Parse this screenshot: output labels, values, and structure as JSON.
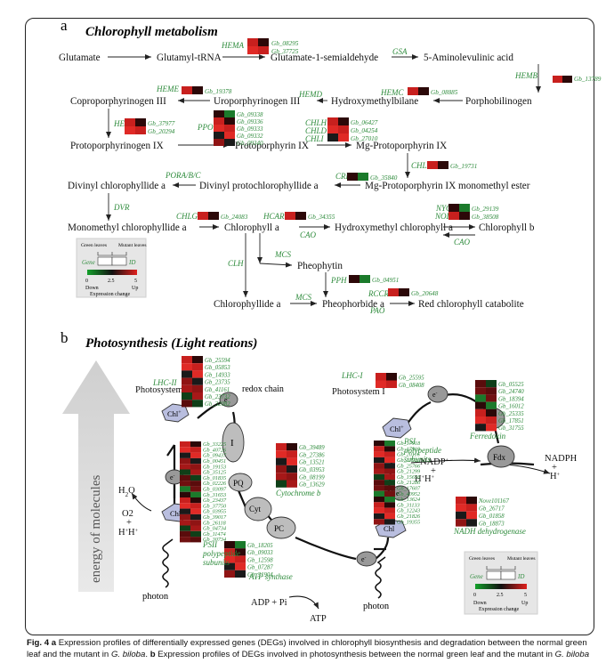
{
  "panel_a": {
    "label": "a",
    "title": "Chlorophyll metabolism",
    "compounds": {
      "glutamate": "Glutamate",
      "glutamyl_trna": "Glutamyl-tRNA",
      "gsa_compound": "Glutamate-1-semialdehyde",
      "ala": "5-Aminolevulinic acid",
      "porphobilinogen": "Porphobilinogen",
      "hmb": "Hydroxymethylbilane",
      "uro3": "Uroporphyrinogen III",
      "copro3": "Coproporphyrinogen III",
      "proto9_gen": "Protoporphyrinogen IX",
      "proto9": "Protoporphyrin IX",
      "mg_proto9": "Mg-Protoporphyrin IX",
      "mg_proto9_me": "Mg-Protoporphyrin IX monomethyl ester",
      "dv_pchlide": "Divinyl protochlorophyllide a",
      "dv_chlide": "Divinyl chlorophyllide a",
      "mv_chlide": "Monomethyl chlorophyllide a",
      "chl_a": "Chlorophyll a",
      "hm_chl_a": "Hydroxymethyl chlorophyll a",
      "chl_b": "Chlorophyll b",
      "pheophytin": "Pheophytin",
      "chlide_a": "Chlorophyllide a",
      "pheide_a": "Pheophorbide a",
      "rcc": "Red chlorophyll catabolite"
    },
    "enzymes": {
      "hema": "HEMA",
      "gsa": "GSA",
      "hemb": "HEMB",
      "hemc": "HEMC",
      "hemd": "HEMD",
      "heme": "HEME",
      "hemf": "HEMF",
      "ppo": "PPO",
      "chlh": "CHLH",
      "chld": "CHLD",
      "chli": "CHLI",
      "chlm": "CHLM",
      "crd": "CRD",
      "por": "PORA/B/C",
      "dvr": "DVR",
      "chlg": "CHLG",
      "hcar": "HCAR",
      "cao1": "CAO",
      "nyc": "NYC",
      "nol": "NOL",
      "cao2": "CAO",
      "clh": "CLH",
      "mcs1": "MCS",
      "pph": "PPH",
      "mcs2": "MCS",
      "rccr": "RCCR",
      "pao": "PAO"
    },
    "genes": {
      "hema": [
        "Gb_08295",
        "Gb_37725"
      ],
      "hemb": [
        "Gb_13789"
      ],
      "hemc": [
        "Gb_08885"
      ],
      "heme": [
        "Gb_19378"
      ],
      "hemf": [
        "Gb_37977",
        "Gb_20294"
      ],
      "ppo": [
        "Gb_09338",
        "Gb_09336",
        "Gb_09333",
        "Gb_09332",
        "Gb_09340"
      ],
      "chlh_d_i": [
        "Gb_06427",
        "Gb_04254",
        "Gb_27010"
      ],
      "chlm": [
        "Gb_19731"
      ],
      "crd": [
        "Gb_35840"
      ],
      "chlg": [
        "Gb_24083"
      ],
      "hcar": [
        "Gb_34355"
      ],
      "nyc_nol": [
        "Gb_29139",
        "Gb_38508"
      ],
      "pph": [
        "Gb_04951"
      ],
      "rccr": [
        "Gb_20648"
      ]
    },
    "legend": {
      "green_label": "Green leaves",
      "mutant_label": "Mutant leaves",
      "gene": "Gene",
      "id": "ID",
      "scale_min": "0",
      "scale_mid": "2.5",
      "scale_max": "5",
      "down": "Down",
      "up": "Up",
      "change": "Expression change"
    }
  },
  "panel_b": {
    "label": "b",
    "title_main": "Photosynthesis",
    "title_paren": "(Light reations)",
    "energy_axis": "energy of molecules",
    "labels": {
      "ps2": "Photosystem II",
      "ps1": "Photosystem I",
      "redox": "redox chain",
      "chl_plus": "Chl",
      "chl": "Chl",
      "e": "e",
      "i": "I",
      "pq": "PQ",
      "cyt": "Cyt",
      "pc": "PC",
      "fdx": "Fdx",
      "h2o": "H",
      "o2": "O2",
      "hh": "H",
      "photon": "photon",
      "nadp": "NADP",
      "nadp_h": "H",
      "nadph": "NADPH",
      "nadph_h": "H",
      "adp": "ADP",
      "pi": "Pi",
      "atp": "ATP"
    },
    "groups": {
      "lhc2": {
        "name": "LHC-II",
        "genes": [
          "Gb_25594",
          "Gb_05853",
          "Gb_14933",
          "Gb_23735",
          "Gb_41161",
          "Gb_23732",
          "Gb_32082"
        ]
      },
      "lhc1": {
        "name": "LHC-I",
        "genes": [
          "Gb_25595",
          "Gb_08408"
        ]
      },
      "ferredoxin": {
        "name": "Ferredoxin",
        "genes": [
          "Gb_05525",
          "Gb_24740",
          "Gb_18394",
          "Gb_16012",
          "Gb_25335",
          "Gb_17851",
          "Gb_31755"
        ]
      },
      "psii": {
        "name": "PSII polypeptide subunits",
        "genes": [
          "Gb_33225",
          "Gb_40726",
          "Gb_09437",
          "Gb_00451",
          "Gb_19153",
          "Gb_35125",
          "Gb_01835",
          "Gb_02226",
          "Gb_03097",
          "Gb_31653",
          "Gb_23437",
          "Gb_37750",
          "Gb_03955",
          "Gb_39017",
          "Gb_26118",
          "Gb_04734",
          "Gb_11474",
          "Gb_30734"
        ]
      },
      "cytb": {
        "name": "Cytochrome b",
        "genes": [
          "Gb_39489",
          "Gb_27386",
          "Gb_13521",
          "Gb_03953",
          "Gb_08199",
          "Gb_13629"
        ]
      },
      "psi": {
        "name": "PSI polypeptide subunits",
        "genes": [
          "Gb_17918",
          "Gb_17919",
          "Gb_20116",
          "Gb_17920",
          "Gb_25766",
          "Gb_21299",
          "Gb_15656",
          "Gb_21286",
          "Gb_17607",
          "Gb_40952",
          "Gb_13624",
          "Gb_31133",
          "Gb_12243",
          "Gb_21826",
          "Gb_19355"
        ]
      },
      "atp": {
        "name": "ATP synthase",
        "genes": [
          "Gb_18205",
          "Gb_09033",
          "Gb_12598",
          "Gb_07287",
          "Gb_31904"
        ]
      },
      "nadh": {
        "name": "NADH dehydrogenase",
        "genes": [
          "Nove101167",
          "Gb_26717",
          "Gb_01858",
          "Gb_18873"
        ]
      }
    },
    "legend": {
      "green_label": "Green leaves",
      "mutant_label": "Mutant leaves",
      "gene": "Gene",
      "id": "ID",
      "scale_min": "0",
      "scale_mid": "2.5",
      "scale_max": "5",
      "down": "Down",
      "up": "Up",
      "change": "Expression change"
    }
  },
  "caption": {
    "fig": "Fig. 4",
    "a": "a",
    "text_a": "Expression profiles of differentially expressed genes (DEGs) involved in chlorophyll biosynthesis and degradation between the normal green leaf and the mutant in",
    "species": "G. biloba",
    "sep": ".",
    "b": "b",
    "text_b": "Expression profiles of DEGs involved in photosynthesis between the normal green leaf and the mutant in",
    "species2": "G. biloba"
  },
  "colors": {
    "enzyme_green": "#2e8b3c",
    "heat_high": "#cc1f1f",
    "heat_mid": "#200808",
    "heat_low": "#1e8a2e",
    "node_gray": "#a8a8a8",
    "hex_fill": "#b9bedf"
  }
}
